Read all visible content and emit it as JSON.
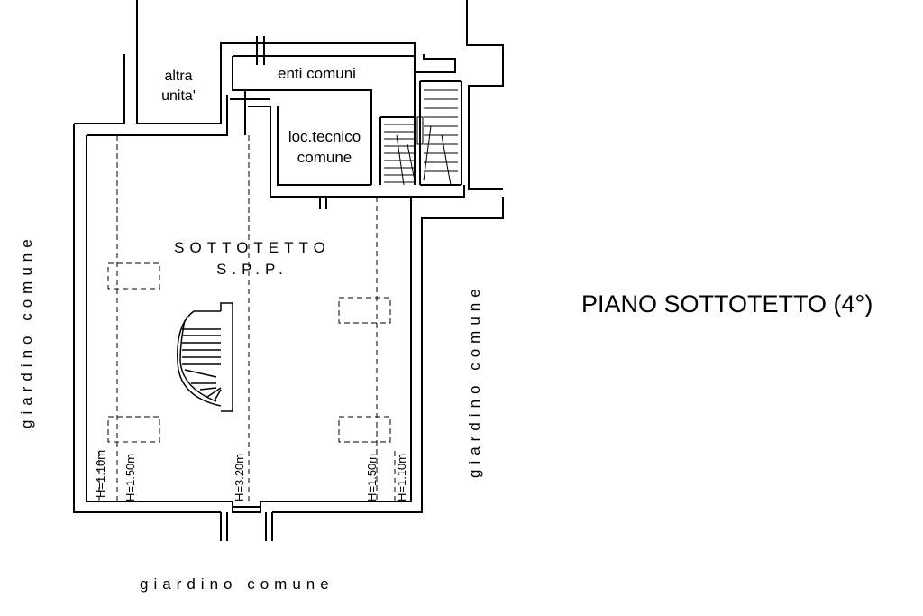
{
  "title": "PIANO SOTTOTETTO (4°)",
  "rooms": {
    "altra_unita": [
      "altra",
      "unita'"
    ],
    "enti_comuni": "enti comuni",
    "loc_tecnico": [
      "loc.tecnico",
      "comune"
    ],
    "sottotetto": [
      "SOTTOTETTO",
      "S.P.P."
    ]
  },
  "surroundings": {
    "left": "giardino comune",
    "right": "giardino comune",
    "bottom": "giardino comune"
  },
  "heights": [
    "H=1.10m",
    "H=1.50m",
    "H=3.20m",
    "H=1.50m",
    "H=1.10m"
  ]
}
